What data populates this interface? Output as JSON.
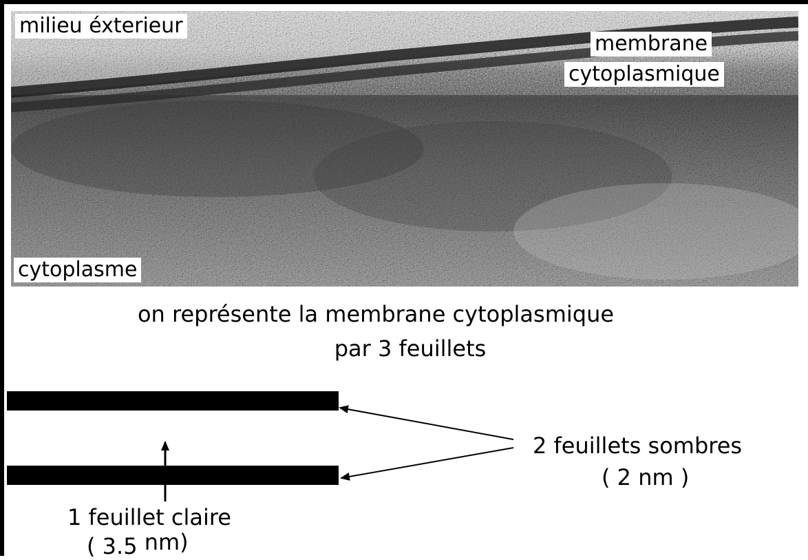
{
  "micrograph": {
    "labels": {
      "exterior": "milieu éxterieur",
      "membrane_line1": "membrane",
      "membrane_line2": "cytoplasmique",
      "cytoplasm": "cytoplasme"
    },
    "colors": {
      "exterior_tone": "#d9d9d9",
      "membrane_band": "#2a2a2a",
      "cytoplasm_tone": "#6f6f6f"
    }
  },
  "caption": {
    "line1": "on représente la membrane cytoplasmique",
    "line2": "par 3 feuillets"
  },
  "diagram": {
    "dark_layers": {
      "label": "2 feuillets sombres",
      "thickness": "( 2 nm )",
      "count": 2
    },
    "light_layer": {
      "label": "1 feuillet claire",
      "thickness_prefix": "( 3.5",
      "thickness_unit": "nm)",
      "count": 1
    },
    "colors": {
      "layer": "#000000",
      "arrow": "#000000"
    }
  }
}
